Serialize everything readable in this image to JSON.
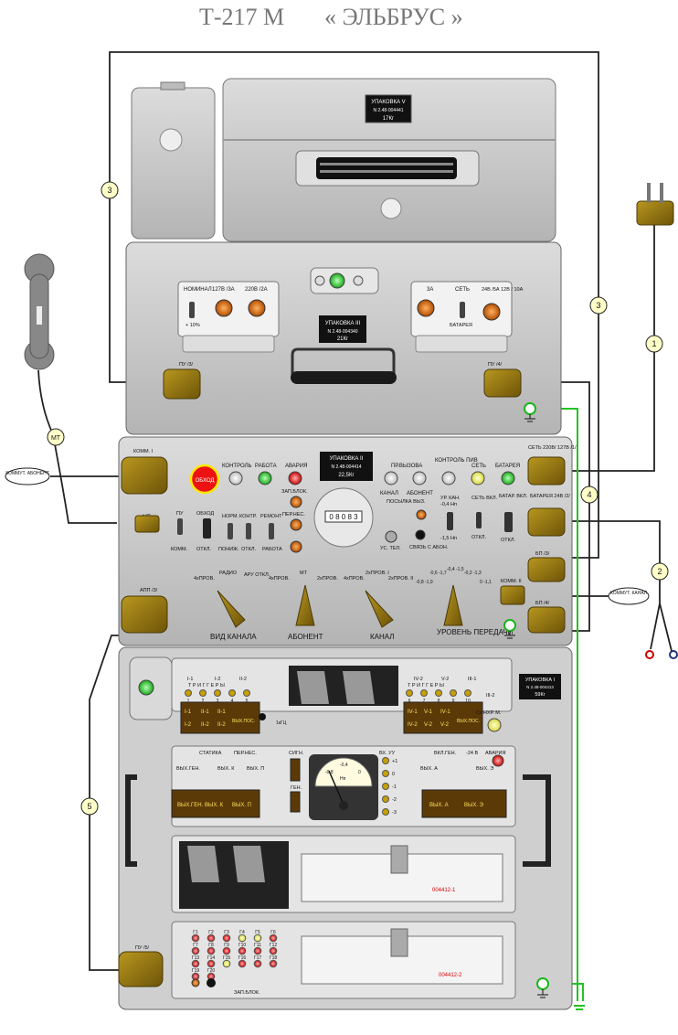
{
  "title": {
    "left": "Т-217 М",
    "right": "« ЭЛЬБРУС »"
  },
  "cables": [
    "3",
    "3",
    "1",
    "МТ",
    "4",
    "2",
    "5"
  ],
  "pack_v": {
    "name": "УПАКОВКА V",
    "num": "N 2.48-004441",
    "weight": "17Кг"
  },
  "pack_iii": {
    "name": "УПАКОВКА III",
    "num": "N 2.48-004340",
    "weight": "21Кг",
    "left_panel": {
      "nominal": "НОМИНАЛ",
      "tol": "+ 10%",
      "f1": "127В /3А",
      "f2": "220В /2А"
    },
    "right_panel": {
      "f3": "3А",
      "net": "СЕТЬ",
      "f4": "24В /5А 12В / 10А",
      "battery": "БАТАРЕЯ"
    },
    "conn_left": "ПУ /3/",
    "conn_right": "ПУ /4/"
  },
  "pack_ii": {
    "name": "УПАКОВКА II",
    "num": "N 2.48-004414",
    "weight": "22,5Кг",
    "komm1": "КОММ. I",
    "obhod": "ОБХОД",
    "lamps": {
      "control": "КОНТРОЛЬ",
      "work": "РАБОТА",
      "alarm": "АВАРИЯ"
    },
    "zap_blok": "ЗАП.БЛОК.",
    "per_nes": "ПЕР.НЕС.",
    "counter": "0 8 0 8 3",
    "pr_vyzova": "ПР.ВЫЗОВА",
    "kanal": "КАНАЛ",
    "abonent": "АБОНЕНТ",
    "kontrol_piv": "КОНТРОЛЬ ПИВ",
    "set": "СЕТЬ",
    "batareya": "БАТАРЕЯ",
    "posylka": "ПОСЫЛКА ВЫЗ.",
    "us_tel": "УС. ТЕЛ.",
    "svyaz": "СВЯЗЬ С АБОН.",
    "ur_kan": "УР. КАН.",
    "lvl1": "-0,4 Нп",
    "lvl2": "-1,5 Нп",
    "set_vkl": "СЕТЬ ВКЛ.",
    "otkl": "ОТКЛ.",
    "batar_vkl": "БАТАР. ВКЛ.",
    "toggles": {
      "pu": "ПУ",
      "komm": "КОММ.",
      "obhod2": "ОБХОД",
      "otkl": "ОТКЛ.",
      "norm": "НОРМ.",
      "ponizh": "ПОНИЖ.",
      "kontr": "КОНТР.",
      "otkl2": "ОТКЛ.",
      "remont": "РЕМОНТ",
      "rabota": "РАБОТА"
    },
    "mt": "МТ",
    "knob_labels": {
      "k1": [
        "4хПРОВ.",
        "РАДИО",
        "АРУ ОТКЛ."
      ],
      "k2": [
        "4хПРОВ.",
        "МТ",
        "2хПРОВ."
      ],
      "k3": [
        "4хПРОВ.",
        "2хПРОВ. I",
        "2хПРОВ. II"
      ],
      "k4": [
        "-0,8 -1,9",
        "-0,6 -1,7",
        "-0,4 -1,5",
        "-0,2 -1,3",
        "0 -1,1"
      ]
    },
    "knobs": [
      "ВИД КАНАЛА",
      "АБОНЕНТ",
      "КАНАЛ",
      "УРОВЕНЬ ПЕРЕДАЧИ"
    ],
    "app": "АПП /3/",
    "right_conns": {
      "set": "СЕТЬ 220В/ 127В /1/",
      "bat": "БАТАРЕЯ 24В /2/",
      "bp": "БП /3/",
      "komm2": "КОММ. II",
      "bp4": "БП /4/"
    }
  },
  "callouts": {
    "abonent": "КОММУТ. АБОНЕНТ",
    "kanal": "КОММУТ. КАНАЛ"
  },
  "pack_i": {
    "name": "УПАКОВКА I",
    "num": "N 2.48-004413",
    "weight": "59Кг",
    "top": {
      "lbl_i": [
        "I-1",
        "I-2",
        "II-2"
      ],
      "trig": "Т Р И Г Г Е Р Ы",
      "nums1": [
        "1",
        "2",
        "3",
        "4",
        "5"
      ],
      "hz": "1кГЦ",
      "disp1": [
        [
          "I-1",
          "II-1",
          "II-1"
        ],
        [
          "I-2",
          "II-2",
          "II-2"
        ]
      ],
      "vyh_pos": "ВЫХ.ПОС.",
      "lbl_r": [
        "IV-2",
        "V-2",
        "III-1",
        "III-2"
      ],
      "nums2": [
        "6",
        "7",
        "8",
        "9",
        "10"
      ],
      "disp2": [
        [
          "IV-1",
          "V-1",
          "IV-1"
        ],
        [
          "IV-2",
          "V-2",
          "V-2"
        ]
      ],
      "sinhr": "СИНХР. М."
    },
    "mid": {
      "statika": "СТАТИКА",
      "per_nes": "ПЕР.НЕС.",
      "signal": "СИГН.",
      "gen": "ГЕН.",
      "vyh_gen": "ВЫХ.ГЕН.",
      "vyh_k": "ВЫХ. К",
      "vyh_p": "ВЫХ. П",
      "bx_uu": "ВХ. УУ",
      "levels": [
        "+1",
        "0",
        "-1",
        "-2",
        "-3"
      ],
      "vkl_gen": "ВКЛ.ГЕН.",
      "m24": "-24 В",
      "avaria": "АВАРИЯ",
      "vyh_a": "ВЫХ. А",
      "vyh_e": "ВЫХ. Э",
      "disp_l": [
        "ВЫХ.ГЕН.",
        "ВЫХ. К",
        "ВЫХ. П"
      ],
      "disp_r": [
        "ВЫХ. А",
        "ВЫХ. Э"
      ],
      "meter_nums": [
        "-0,8",
        "-0,4",
        "0"
      ],
      "meter_unit": "Нп"
    },
    "block3": "004412-1",
    "block4": "004412-2",
    "f_labels": [
      "Г1",
      "Г2",
      "Г3",
      "Г4",
      "Г5",
      "Г6",
      "Г7",
      "Г8",
      "Г9",
      "Г10",
      "Г11",
      "Г12",
      "Г13",
      "Г14",
      "Г15",
      "Г16",
      "Г17",
      "Г18",
      "Г19",
      "Г20"
    ],
    "zap_blok": "ЗАП.БЛОК.",
    "pu5": "ПУ /5/"
  },
  "colors": {
    "panel": "#c9c9c9",
    "panel_dark": "#9a9a9a",
    "connector": "#8a6d12",
    "green": "#22c322",
    "red": "#dd1111",
    "yellow": "#f0f06a",
    "display": "#5c3a08",
    "display_text": "#ffe45a",
    "ground": "#1ab51a"
  }
}
